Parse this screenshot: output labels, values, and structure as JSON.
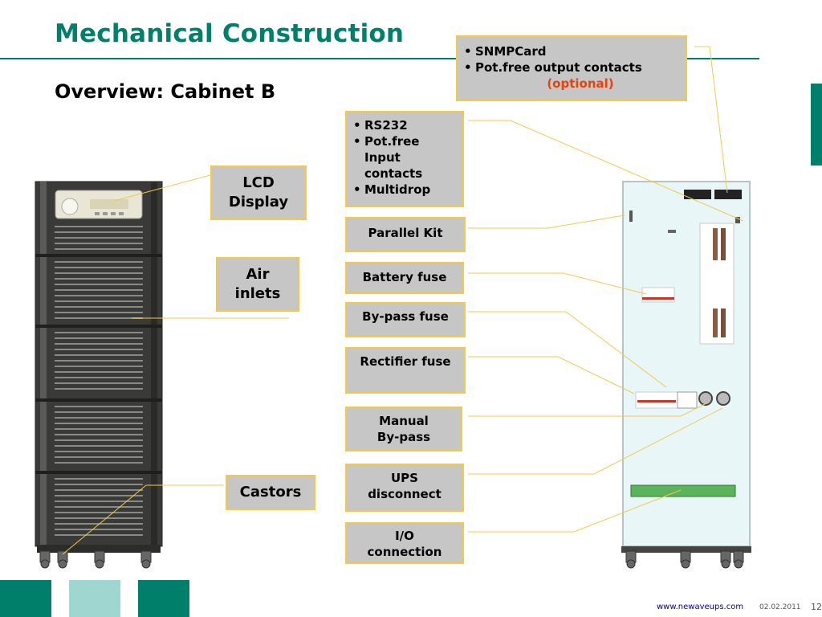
{
  "slide": {
    "title": "Mechanical Construction",
    "subtitle": "Overview: Cabinet B"
  },
  "left_labels": {
    "lcd": "LCD\nDisplay",
    "air": "Air\ninlets",
    "castors": "Castors"
  },
  "top_box": {
    "items": [
      "SNMPCard",
      "Pot.free output contacts"
    ],
    "optional": "(optional)"
  },
  "rs232_box": {
    "items": [
      "RS232",
      "Pot.free Input contacts",
      "Multidrop"
    ]
  },
  "right_labels": {
    "parallel": "Parallel Kit",
    "battery": "Battery fuse",
    "bypass_fuse": "By-pass fuse",
    "rectifier": "Rectifier fuse",
    "manual": "Manual\nBy-pass",
    "ups": "UPS\ndisconnect",
    "io": "I/O\nconnection"
  },
  "footer": {
    "url": "www.newaveups.com",
    "date": "02.02.2011",
    "page": "12"
  },
  "colors": {
    "accent": "#00806a",
    "light_accent": "#9fd6cf",
    "box_fill": "#c6c6c6",
    "box_border": "#f2c94c",
    "optional": "#e8420c"
  }
}
